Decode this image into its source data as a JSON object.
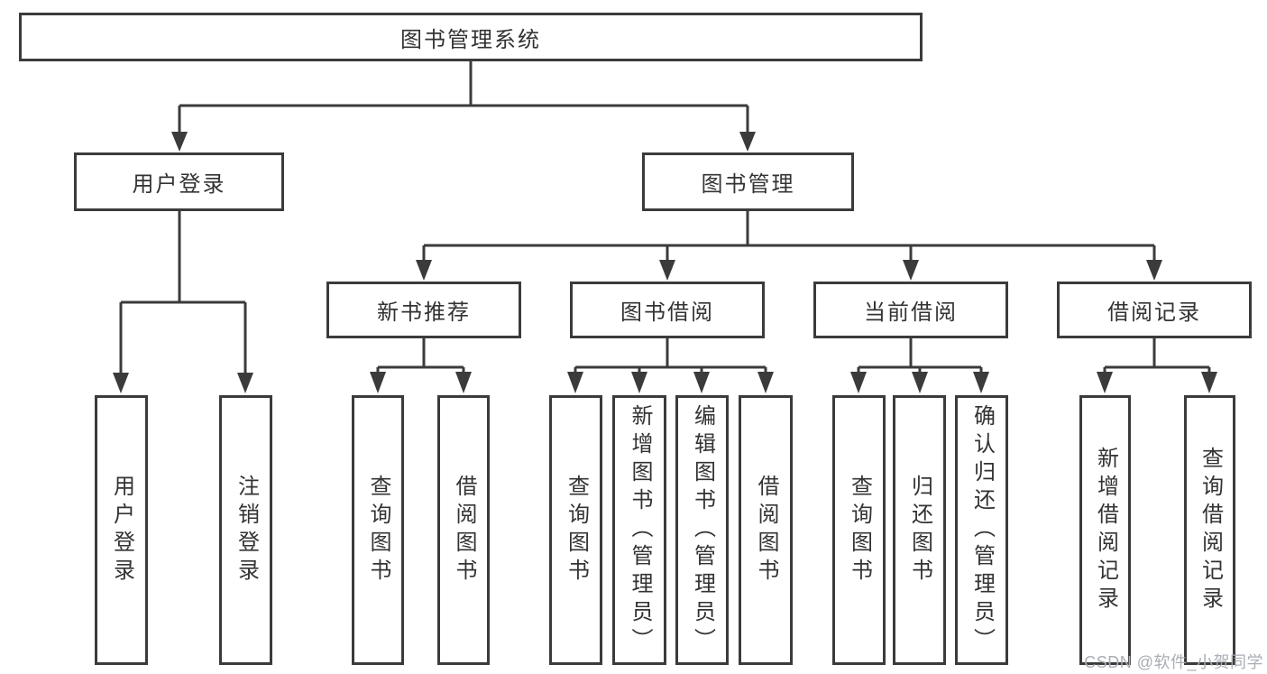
{
  "diagram": {
    "root": "图书管理系统",
    "login": {
      "label": "用户登录",
      "children": [
        "用户登录",
        "注销登录"
      ]
    },
    "manage": {
      "label": "图书管理",
      "sections": [
        {
          "label": "新书推荐",
          "children": [
            "查询图书",
            "借阅图书"
          ]
        },
        {
          "label": "图书借阅",
          "children": [
            "查询图书",
            "新增图书（管理员）",
            "编辑图书（管理员）",
            "借阅图书"
          ]
        },
        {
          "label": "当前借阅",
          "children": [
            "查询图书",
            "归还图书",
            "确认归还（管理员）"
          ]
        },
        {
          "label": "借阅记录",
          "children": [
            "新增借阅记录",
            "查询借阅记录"
          ]
        }
      ]
    }
  },
  "watermark": "CSDN @软件_小贺同学",
  "colors": {
    "line": "#3b3b3b",
    "text": "#333333",
    "watermark": "#a9aeb5",
    "background": "#ffffff"
  }
}
